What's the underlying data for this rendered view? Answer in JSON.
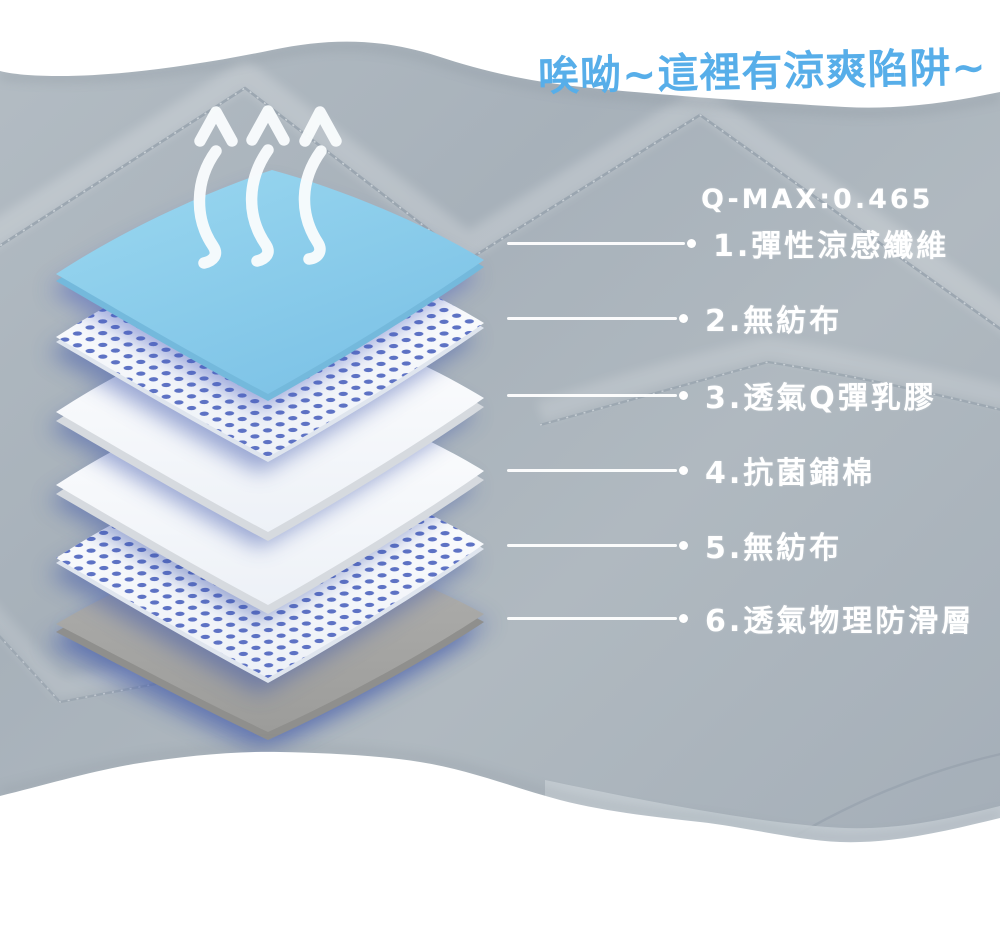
{
  "page": {
    "type": "product-layer-infographic",
    "background": "#ffffff"
  },
  "title": {
    "text": "唉呦~這裡有涼爽陷阱~",
    "color": "#57aee9"
  },
  "diagram": {
    "qmax": {
      "text": "Q-MAX:0.465",
      "color": "#ffffff"
    },
    "airflow": {
      "icon": "airflow-arrows-icon",
      "arrow_count": 3,
      "color": "#ffffff"
    },
    "layers": [
      {
        "num": 1,
        "label": "1.彈性涼感纖維",
        "material": "cooling-fiber",
        "face_color": "#87c8ec"
      },
      {
        "num": 2,
        "label": "2.無紡布",
        "material": "non-woven-fabric",
        "face_color": "#ffffff",
        "dot_color": "#5d72c4"
      },
      {
        "num": 3,
        "label": "3.透氣Q彈乳膠",
        "material": "breathable-latex",
        "face_color": "#ffffff"
      },
      {
        "num": 4,
        "label": "4.抗菌鋪棉",
        "material": "antibacterial-padding",
        "face_color": "#ffffff"
      },
      {
        "num": 5,
        "label": "5.無紡布",
        "material": "non-woven-fabric",
        "face_color": "#ffffff",
        "dot_color": "#5d72c4"
      },
      {
        "num": 6,
        "label": "6.透氣物理防滑層",
        "material": "anti-slip-layer",
        "face_color": "#a8a8a6"
      }
    ],
    "callout_color": "#ffffff",
    "glow_color": "#3e57ac"
  },
  "background": {
    "fabric_color": "#a9b3bb",
    "wave_color": "#ffffff"
  }
}
